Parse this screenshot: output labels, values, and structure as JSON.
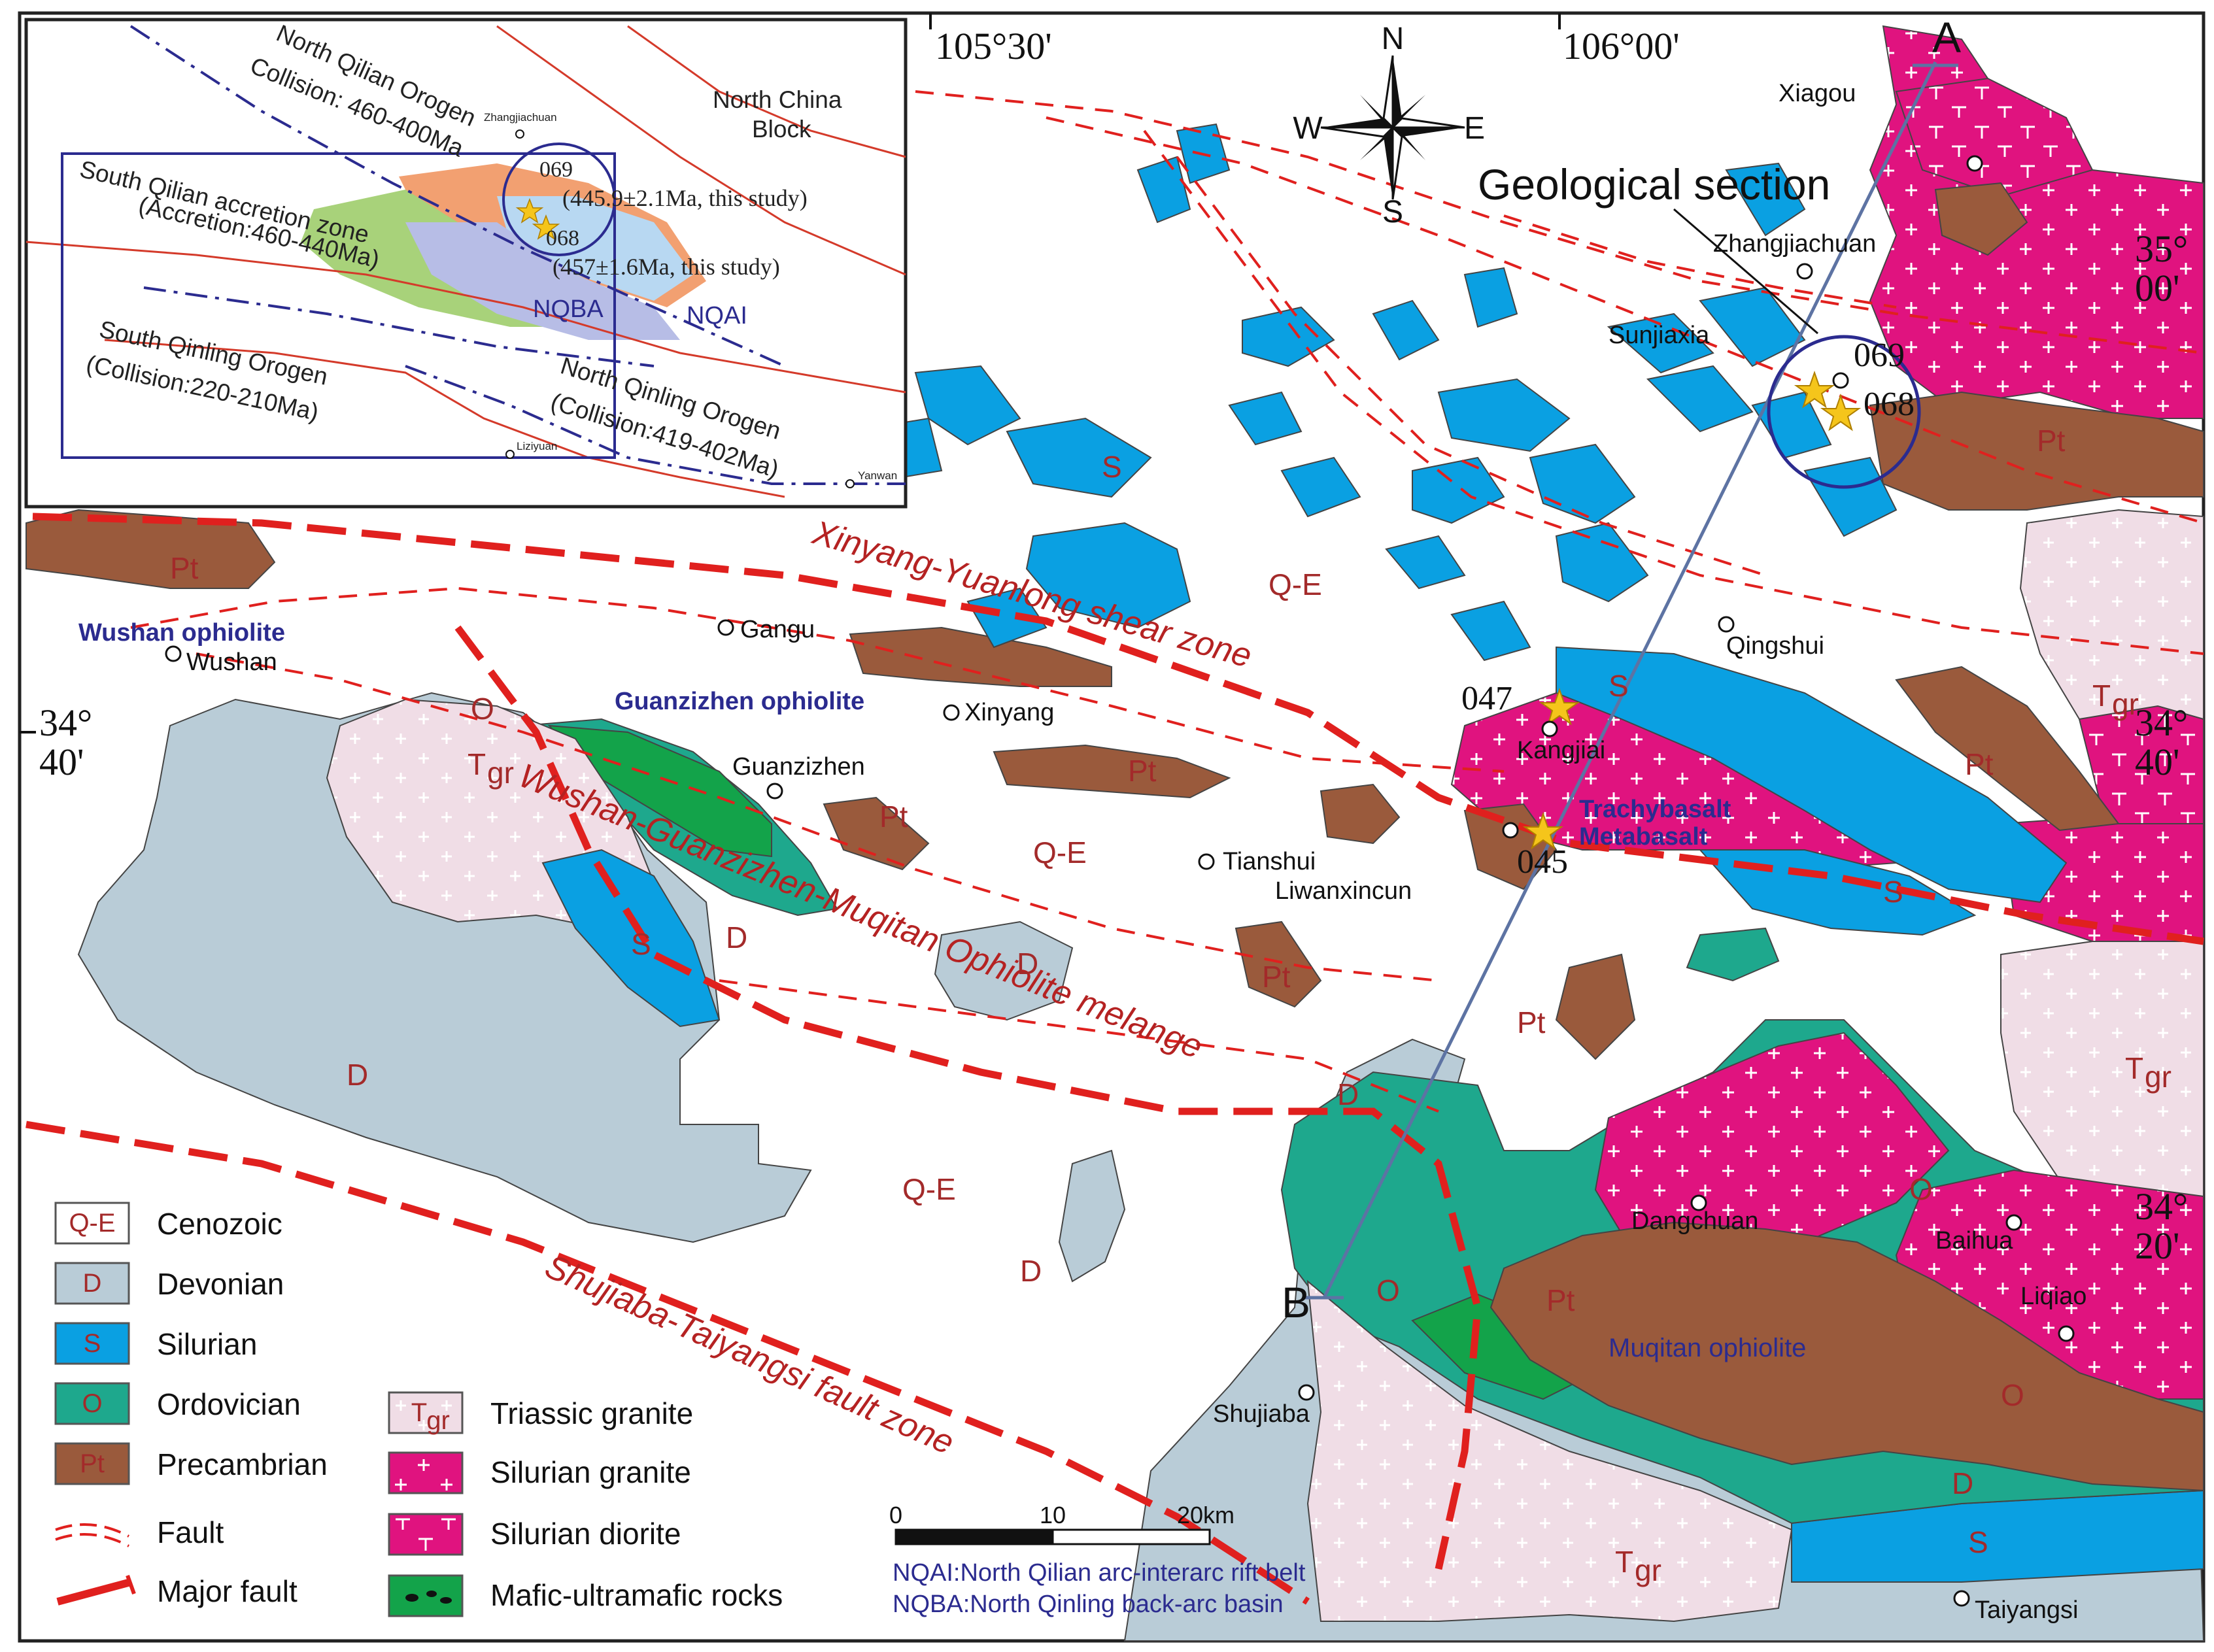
{
  "colors": {
    "cenozoic": "#ffffff",
    "devonian": "#b9ccd7",
    "silurian": "#0aa0e2",
    "ordovician": "#1ea88d",
    "precambrian": "#9a5a3c",
    "triassic_granite": "#f0dde6",
    "silurian_granite": "#e0137f",
    "mafic": "#13a34a",
    "fault": "#e0201e",
    "section_line": "#5d73a3",
    "inset_box": "#2b2b8f",
    "nqai": "#b8d8f2",
    "nqba": "#b7bde6",
    "south_qilian": "#a8d27a",
    "north_qilian": "#f2a071",
    "star": "#f5c51b"
  },
  "coordinates": {
    "lon": [
      "105°30'",
      "106°00'"
    ],
    "lat_3440": [
      "34°",
      "40'"
    ],
    "lat_3440_right": [
      "34°",
      "40'"
    ],
    "lat_3500": [
      "35°",
      "00'"
    ],
    "lat_3420": [
      "34°",
      "20'"
    ]
  },
  "compass": {
    "n": "N",
    "s": "S",
    "e": "E",
    "w": "W"
  },
  "section": {
    "title": "Geological section",
    "a": "A",
    "b": "B"
  },
  "samples": {
    "s069": "069",
    "s068": "068",
    "s047": "047",
    "s045": "045"
  },
  "places": {
    "xiagou": "Xiagou",
    "zhangjiachuan": "Zhangjiachuan",
    "sunjiaxia": "Sunjiaxia",
    "qingshui": "Qingshui",
    "gangu": "Gangu",
    "xinyang": "Xinyang",
    "wushan": "Wushan",
    "guanzizhen": "Guanzizhen",
    "tianshui": "Tianshui",
    "liwanxincun": "Liwanxincun",
    "kangjiai": "Kangjiai",
    "dangchuan": "Dangchuan",
    "baihua": "Baihua",
    "liqiao": "Liqiao",
    "shujiaba": "Shujiaba",
    "taiyangsi": "Taiyangsi"
  },
  "features": {
    "wushan_ophiolite": "Wushan ophiolite",
    "guanzizhen_ophiolite": "Guanzizhen ophiolite",
    "muqitan_ophiolite": "Muqitan ophiolite",
    "trachybasalt": "Trachybasalt",
    "metabasalt": "Metabasalt"
  },
  "faults": {
    "xinyang": "Xinyang-Yuanlong shear zone",
    "wushan": "Wushan-Guanzizhen-Muqitan Ophiolite melange",
    "shujiaba": "Shujiaba-Taiyangsi fault zone"
  },
  "unit_labels": {
    "qe": "Q-E",
    "d": "D",
    "s": "S",
    "o": "O",
    "pt": "Pt",
    "tgr_main": "T",
    "tgr_sub": "gr"
  },
  "inset": {
    "north_qilian": "North Qilian Orogen",
    "north_qilian_age": "Collision: 460-400Ma",
    "north_china_1": "North China",
    "north_china_2": "Block",
    "south_qilian": "South Qilian accretion zone",
    "south_qilian_age": "(Accretion:460-440Ma)",
    "south_qinling": "South Qinling Orogen",
    "south_qinling_age": "(Collision:220-210Ma)",
    "north_qinling": "North Qinling Orogen",
    "north_qinling_age": "(Collision:419-402Ma)",
    "age069": "(445.9±2.1Ma, this study)",
    "age068": "(457±1.6Ma, this study)",
    "s069": "069",
    "s068": "068",
    "nqba": "NQBA",
    "nqai": "NQAI",
    "zhangjiachuan": "Zhangjiachuan",
    "liziyuan": "Liziyuan",
    "yanwan": "Yanwan"
  },
  "legend": {
    "qe_code": "Q-E",
    "qe": "Cenozoic",
    "d_code": "D",
    "d": "Devonian",
    "s_code": "S",
    "s": "Silurian",
    "o_code": "O",
    "o": "Ordovician",
    "pt_code": "Pt",
    "pt": "Precambrian",
    "fault": "Fault",
    "major_fault": "Major fault",
    "tgr_code": "T",
    "tgr_sub": "gr",
    "tgr": "Triassic granite",
    "sgr": "Silurian granite",
    "sdi": "Silurian diorite",
    "mafic": "Mafic-ultramafic rocks"
  },
  "scale": {
    "t0": "0",
    "t10": "10",
    "t20": "20km",
    "nqai_def": "NQAI:North Qilian arc-interarc rift belt",
    "nqba_def": "NQBA:North Qinling back-arc basin"
  }
}
